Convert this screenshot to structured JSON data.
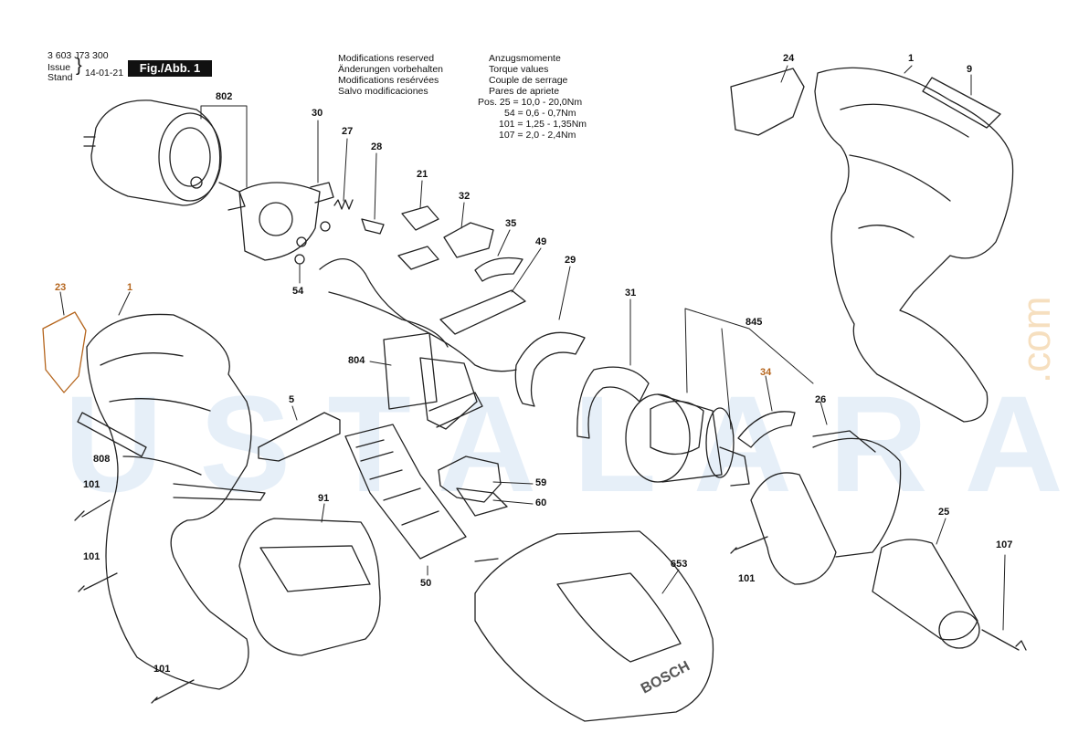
{
  "header": {
    "part_number": "3 603 J73 300",
    "issue_label": "Issue",
    "stand_label": "Stand",
    "issue_date": "14-01-21",
    "figure_label": "Fig./Abb. 1"
  },
  "notes": {
    "modifications": [
      "Modifications reserved",
      "Änderungen vorbehalten",
      "Modifications resérvées",
      "Salvo modificaciones"
    ],
    "torque": [
      "Anzugsmomente",
      "Torque values",
      "Couple de serrage",
      "Pares de apriete"
    ],
    "torque_rows": [
      "Pos. 25  =  10,0  - 20,0Nm",
      "54  =   0,6  -  0,7Nm",
      "101  =  1,25  -  1,35Nm",
      "107  =   2,0  -  2,4Nm"
    ]
  },
  "callouts": {
    "c802": "802",
    "c30": "30",
    "c27": "27",
    "c28": "28",
    "c21": "21",
    "c32": "32",
    "c35": "35",
    "c49": "49",
    "c29": "29",
    "c31": "31",
    "c845": "845",
    "c34": "34",
    "c26": "26",
    "c24": "24",
    "c1a": "1",
    "c9": "9",
    "c23": "23",
    "c1b": "1",
    "c54": "54",
    "c804": "804",
    "c5": "5",
    "c808": "808",
    "c101a": "101",
    "c101b": "101",
    "c101c": "101",
    "c101d": "101",
    "c91": "91",
    "c59": "59",
    "c60": "60",
    "c50": "50",
    "c653": "653",
    "c25": "25",
    "c107": "107"
  },
  "watermark": {
    "text": "USTALARA",
    "suffix": ".com"
  },
  "charger_brand": "BOSCH"
}
